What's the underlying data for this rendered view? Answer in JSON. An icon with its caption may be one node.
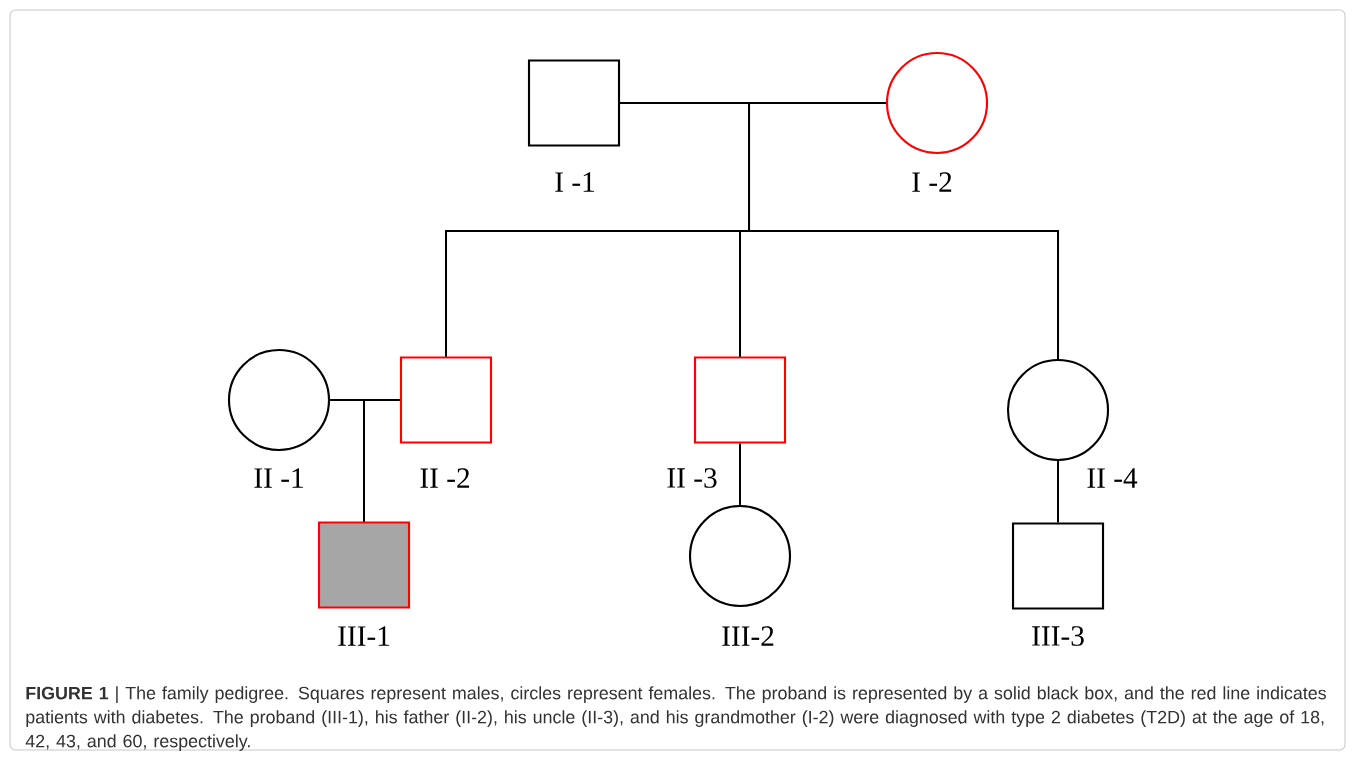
{
  "diagram": {
    "caption": "**FIGURE 1** | The family pedigree. Squares represent males, circles represent females. The proband is represented by a solid black box, and the red line indicates patients with diabetes. The proband (III-1), his father (II-2), his uncle (II-3), and his grandmother (I-2) were diagnosed with type 2 diabetes (T2D) at the age of 18, 42, 43, and 60, respectively.",
    "nodes": [
      {
        "text": [],
        "shape": "box",
        "beside": [
          "I -1"
        ]
      },
      {
        "text": [],
        "shape": "circle",
        "beside": [
          "I -2"
        ]
      },
      {
        "text": [],
        "shape": "circle",
        "beside": [
          "II -1"
        ]
      },
      {
        "text": [],
        "shape": "box",
        "beside": [
          "II -2"
        ]
      },
      {
        "text": [],
        "shape": "box",
        "beside": [
          "II -3"
        ]
      },
      {
        "text": [],
        "shape": "circle",
        "beside": [
          "II -4"
        ]
      },
      {
        "text": [],
        "shape": "box",
        "beside": [
          "III-1"
        ]
      },
      {
        "text": [],
        "shape": "circle",
        "beside": [
          "III-2"
        ]
      },
      {
        "text": [],
        "shape": "box",
        "beside": [
          "III-3"
        ]
      }
    ],
    "edges": [
      {
        "from": 0,
        "to": 1,
        "arrow": "none"
      },
      {
        "from": 0,
        "to": 3,
        "arrow": "none"
      },
      {
        "from": 1,
        "to": 3,
        "arrow": "none"
      },
      {
        "from": 0,
        "to": 4,
        "arrow": "none"
      },
      {
        "from": 1,
        "to": 4,
        "arrow": "none"
      },
      {
        "from": 0,
        "to": 5,
        "arrow": "none"
      },
      {
        "from": 1,
        "to": 5,
        "arrow": "none"
      },
      {
        "from": 2,
        "to": 3,
        "arrow": "none"
      },
      {
        "from": 2,
        "to": 6,
        "arrow": "none"
      },
      {
        "from": 3,
        "to": 6,
        "arrow": "none"
      },
      {
        "from": 4,
        "to": 7,
        "arrow": "none"
      },
      {
        "from": 5,
        "to": 8,
        "arrow": "none"
      }
    ]
  }
}
